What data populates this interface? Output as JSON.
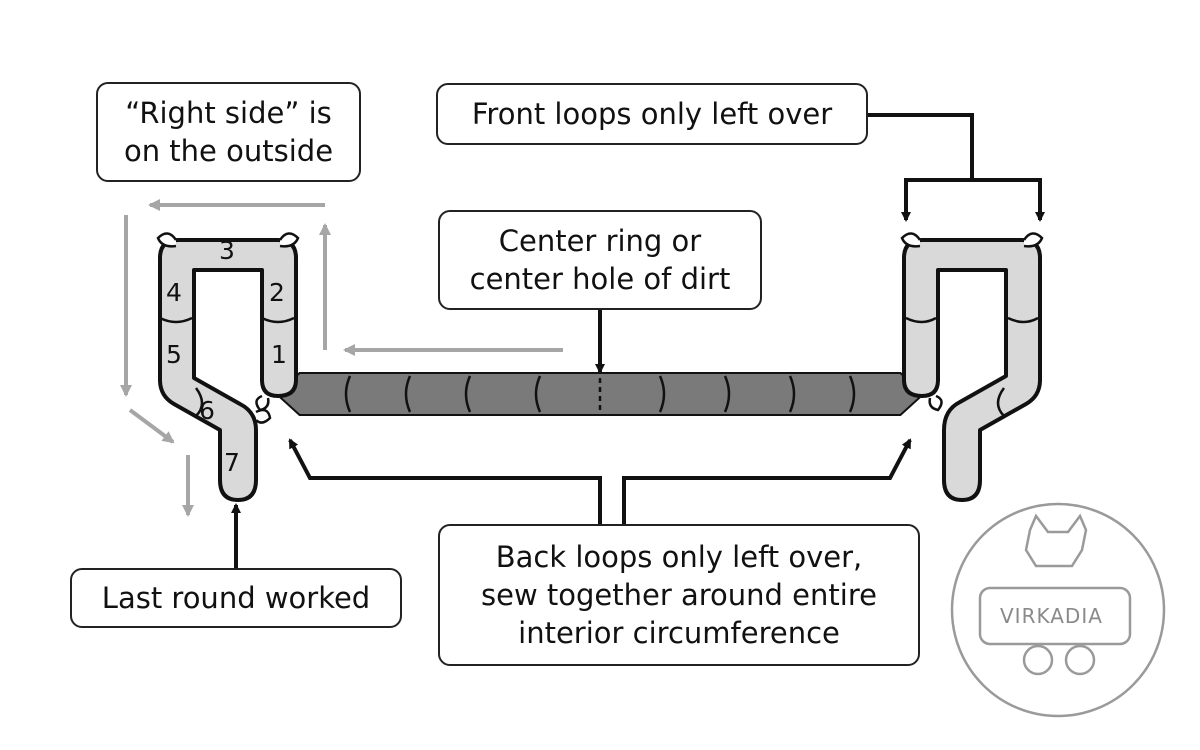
{
  "labels": {
    "right_side": [
      "“Right side” is",
      "on the outside"
    ],
    "front_loops": [
      "Front loops only left over"
    ],
    "center_ring": [
      "Center ring or",
      "center hole of dirt"
    ],
    "last_round": [
      "Last round worked"
    ],
    "back_loops": [
      "Back loops only left over,",
      "sew together around entire",
      "interior circumference"
    ]
  },
  "round_numbers": [
    "3",
    "4",
    "2",
    "5",
    "1",
    "6",
    "7"
  ],
  "watermark": {
    "brand": "VIRKADIA"
  },
  "colors": {
    "ink": "#111111",
    "fabric_light": "#d9d9d9",
    "fabric_dark": "#7a7a7a",
    "guide_arrow": "#a6a6a6",
    "watermark": "#9a9a9a"
  }
}
